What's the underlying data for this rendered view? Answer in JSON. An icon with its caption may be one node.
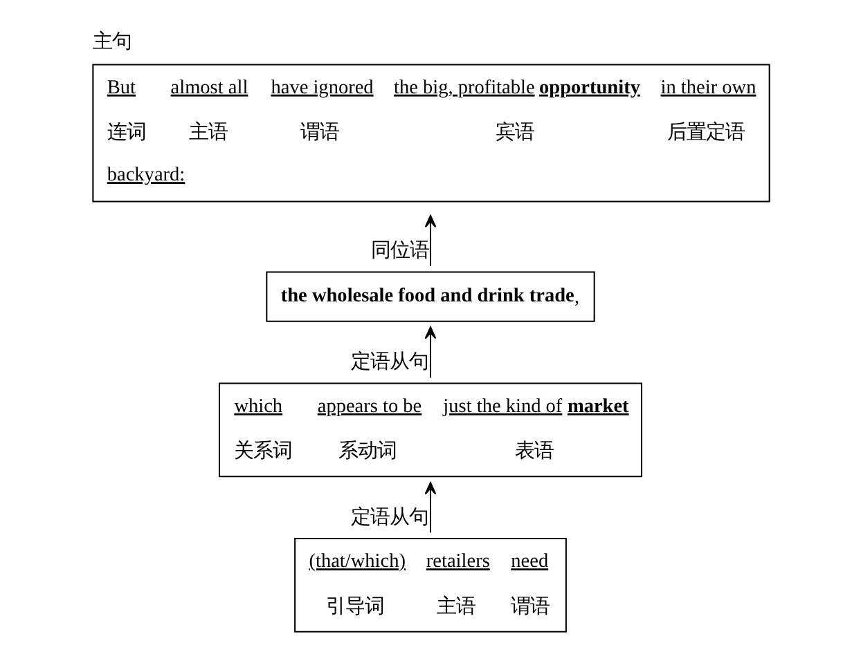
{
  "diagram": {
    "nodes": [
      {
        "text": [
          "主句",
          "But",
          "连词",
          "almost all",
          "主语",
          "have ignored",
          "谓语",
          "the big, profitable **opportunity**",
          "宾语",
          "in their own",
          "后置定语",
          "backyard:"
        ]
      },
      {
        "text": [
          "**the wholesale food and drink trade**,"
        ]
      },
      {
        "text": [
          "which",
          "关系词",
          "appears to be",
          "系动词",
          "just the kind of **market**",
          "表语"
        ]
      },
      {
        "text": [
          "(that/which)",
          "引导词",
          "retailers",
          "主语",
          "need",
          "谓语"
        ]
      }
    ],
    "edges": [
      {
        "from": 1,
        "to": 0,
        "arrow": "to",
        "label": "同位语"
      },
      {
        "from": 2,
        "to": 1,
        "arrow": "to",
        "label": "定语从句"
      },
      {
        "from": 3,
        "to": 2,
        "arrow": "to",
        "label": "定语从句"
      }
    ]
  }
}
